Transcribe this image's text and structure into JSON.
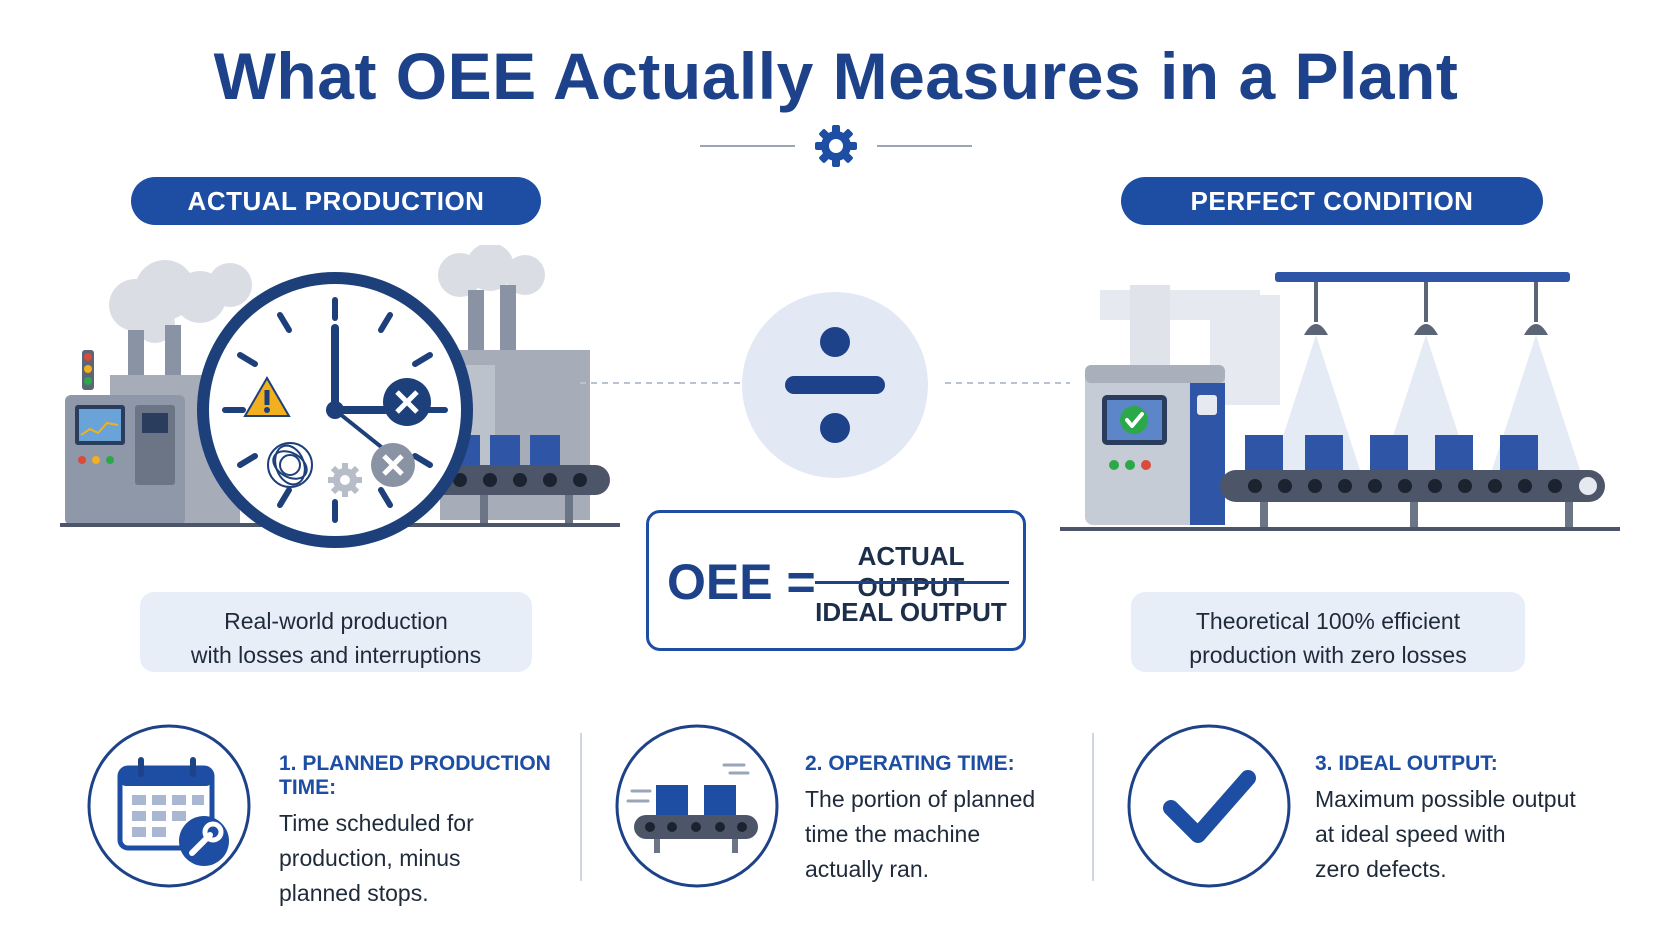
{
  "title": "What OEE Actually Measures in a Plant",
  "left_panel": {
    "label": "ACTUAL PRODUCTION",
    "caption_line1": "Real-world production",
    "caption_line2": "with losses and interruptions"
  },
  "right_panel": {
    "label": "PERFECT CONDITION",
    "caption_line1": "Theoretical 100% efficient",
    "caption_line2": "production with zero losses"
  },
  "formula": {
    "lhs": "OEE =",
    "numerator": "ACTUAL OUTPUT",
    "denominator": "IDEAL OUTPUT"
  },
  "cards": [
    {
      "heading": "1. PLANNED PRODUCTION TIME:",
      "lines": [
        "Time scheduled for",
        "production, minus",
        "planned stops."
      ],
      "icon": "calendar-wrench-icon"
    },
    {
      "heading": "2. OPERATING TIME:",
      "lines": [
        "The portion of planned",
        "time the machine",
        "actually ran."
      ],
      "icon": "conveyor-icon"
    },
    {
      "heading": "3. IDEAL OUTPUT:",
      "lines": [
        "Maximum possible output",
        "at ideal speed with",
        "zero defects."
      ],
      "icon": "checkmark-icon"
    }
  ],
  "colors": {
    "primary": "#1d4ea3",
    "dark_blue": "#1d4289",
    "light_panel": "#e8eef8",
    "steel_gray": "#7d879a",
    "warning": "#f2b01e",
    "success": "#2aa84a"
  }
}
